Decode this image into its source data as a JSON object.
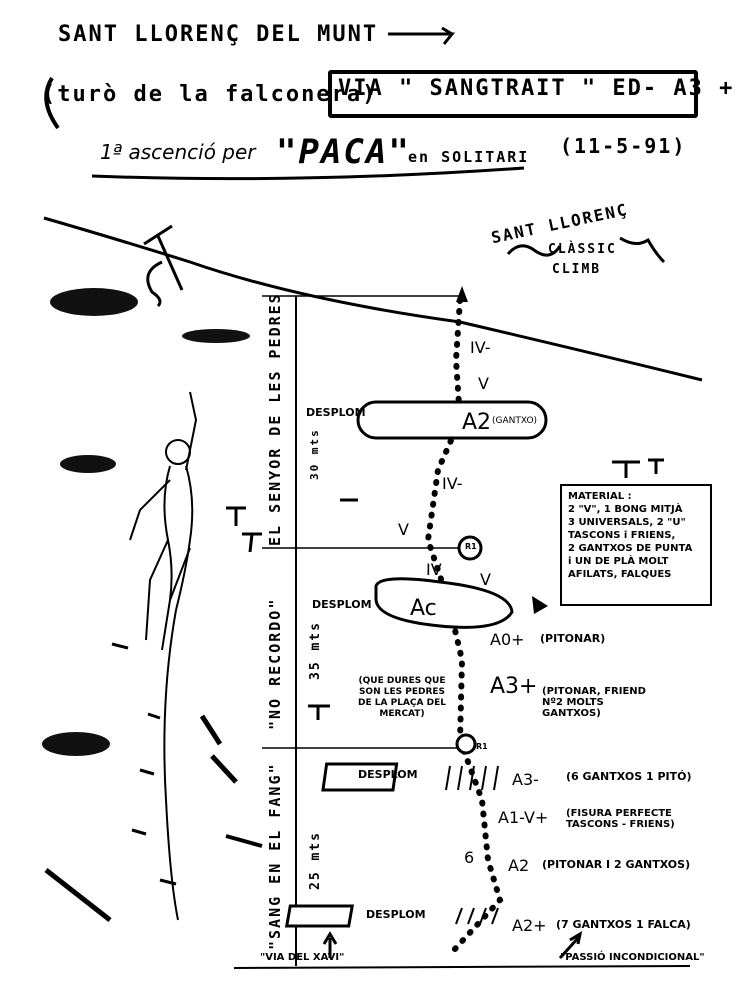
{
  "header": {
    "title": "SANT LLORENÇ DEL MUNT",
    "subtitle": "(turò de la falconera)",
    "route_name": "VIA \" SANGTRAIT \" ED- A3 +",
    "first_ascent": "1ª ascenció per",
    "climber": "\"PACA\"",
    "style": "en SOLITARI",
    "date": "(11-5-91)"
  },
  "logo": {
    "line1": "SANT LLORENÇ",
    "line2": "CLÀSSIC",
    "line3": "CLIMB"
  },
  "sections": [
    {
      "name": "EL SENYOR DE LES PEDRES",
      "length": "30 mts"
    },
    {
      "name": "\"NO RECORDO\"",
      "length": "35 mts"
    },
    {
      "name": "\"SANG EN EL FANG\"",
      "length": "25 mts"
    }
  ],
  "route": {
    "overhang_label": "DESPLOM",
    "grades": [
      "IV-",
      "V",
      "IV-",
      "V",
      "IV",
      "V",
      "A2",
      "(GANTXO)",
      "Ac",
      "A0+",
      "(PITONAR)",
      "A3+",
      "A3-",
      "A1-V+",
      "A2",
      "A2+"
    ],
    "belays": [
      "R1",
      "R1"
    ],
    "notes": {
      "a3plus": "(PITONAR, FRIEND Nº2 MOLTS GANTXOS)",
      "a3minus": "(6 GANTXOS 1 PITÓ)",
      "a1": "(FISURA PERFECTE TASCONS - FRIENS)",
      "a2": "(PITONAR I 2 GANTXOS)",
      "a2plus": "(7 GANTXOS 1 FALCA)",
      "quote": "(QUE DURES QUE SON LES PEDRES DE LA PLAÇA DEL MERCAT)",
      "xavi": "\"VIA DEL XAVI\"",
      "passio": "\"PASSIÓ INCONDICIONAL\"",
      "six": "6"
    }
  },
  "material": {
    "title": "MATERIAL :",
    "lines": [
      "2 \"V\", 1 BONG MITJÀ",
      "3 UNIVERSALS, 2 \"U\"",
      "TASCONS i FRIENS,",
      "2 GANTXOS DE PUNTA",
      "i UN DE PLÀ MOLT",
      "AFILATS, FALQUES"
    ]
  }
}
